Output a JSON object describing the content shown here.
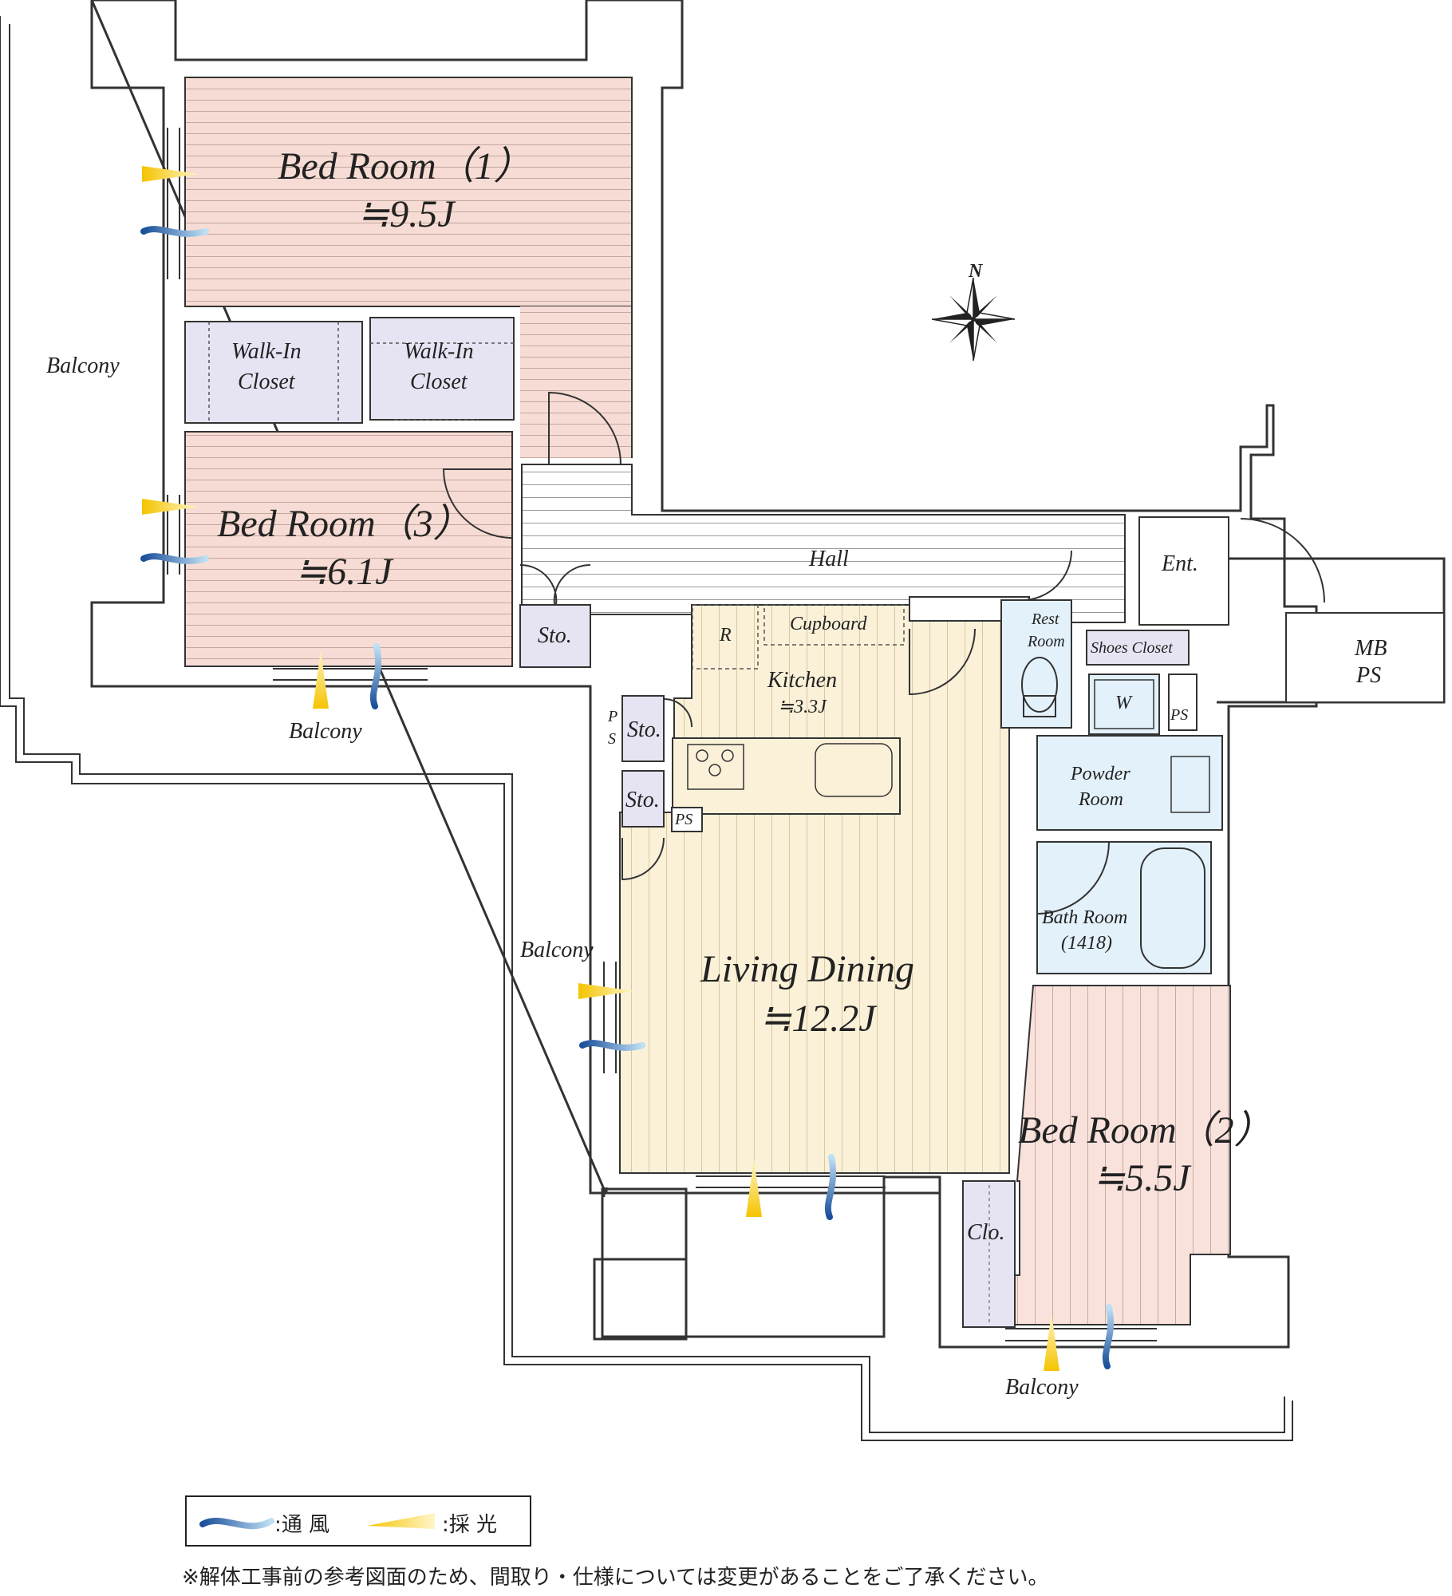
{
  "colors": {
    "bedroom_fill": "#f6dcd4",
    "living_fill": "#fbf1d8",
    "closet_fill": "#e6e4f3",
    "wet_fill": "#e3f1fb",
    "wall": "#333333",
    "sunlight": "#f5c400",
    "ventilation": "#1a5aa6"
  },
  "rooms": {
    "bed1": {
      "name": "Bed Room（1）",
      "area": "≒9.5J"
    },
    "bed3": {
      "name": "Bed Room（3）",
      "area": "≒6.1J"
    },
    "bed2": {
      "name": "Bed Room（2）",
      "area": "≒5.5J"
    },
    "living": {
      "name": "Living Dining",
      "area": "≒12.2J"
    },
    "kitchen": {
      "name": "Kitchen",
      "area": "≒3.3J"
    },
    "wic1": {
      "line1": "Walk-In",
      "line2": "Closet"
    },
    "wic2": {
      "line1": "Walk-In",
      "line2": "Closet"
    },
    "hall": "Hall",
    "entrance": "Ent.",
    "cupboard": "Cupboard",
    "fridge": "R",
    "restroom": {
      "line1": "Rest",
      "line2": "Room"
    },
    "shoes_closet": "Shoes Closet",
    "mbps": {
      "line1": "MB",
      "line2": "PS"
    },
    "washer": "W",
    "ps_right": "PS",
    "ps_kitchen": "PS",
    "ps_vertical": {
      "line1": "P",
      "line2": "S"
    },
    "powder": {
      "line1": "Powder",
      "line2": "Room"
    },
    "bath": {
      "line1": "Bath Room",
      "line2": "(1418)"
    },
    "closet_small": "Clo.",
    "storage_hall": "Sto.",
    "storage_k1": "Sto.",
    "storage_k2": "Sto."
  },
  "balconies": {
    "west": "Balcony",
    "north_bed3": "Balcony",
    "living_side": "Balcony",
    "south": "Balcony"
  },
  "compass": {
    "label": "N",
    "icon": "compass-rose-icon"
  },
  "legend": {
    "ventilation_label": ":通 風",
    "sunlight_label": ":採 光"
  },
  "note": "※解体工事前の参考図面のため、間取り・仕様については変更があることをご了承ください。"
}
